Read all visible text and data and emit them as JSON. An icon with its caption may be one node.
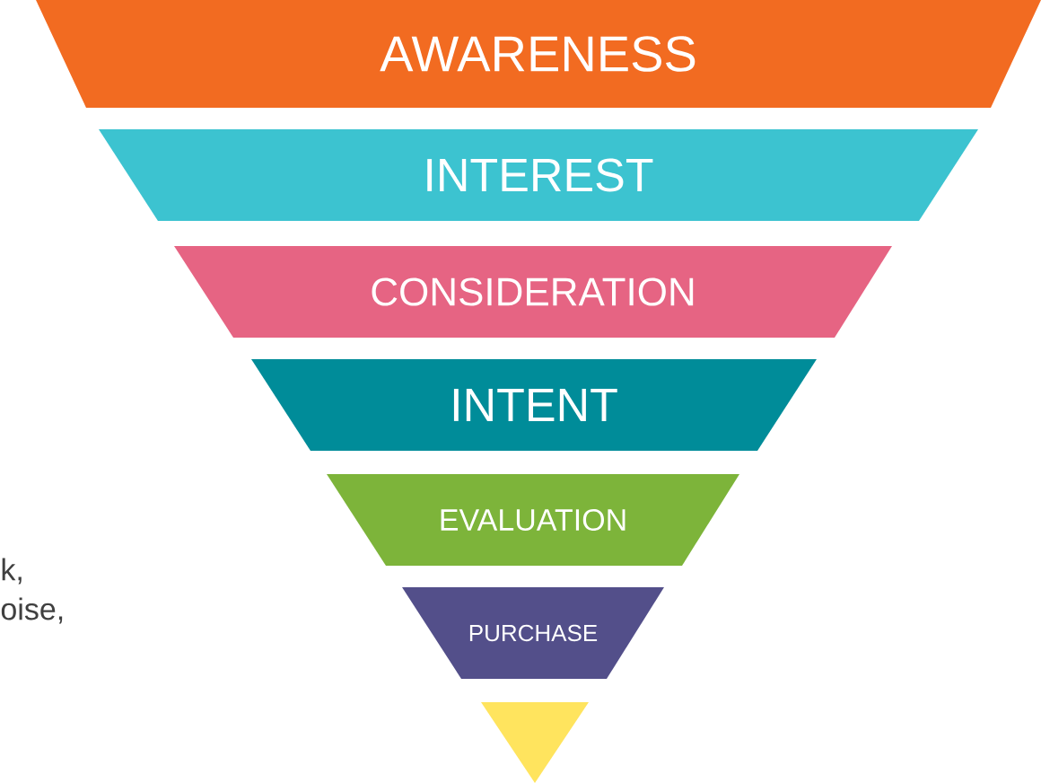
{
  "diagram": {
    "nodes": [
      {
        "text": [
          "AWARENESS"
        ]
      },
      {
        "text": [
          "INTEREST"
        ]
      },
      {
        "text": [
          "CONSIDERATION"
        ]
      },
      {
        "text": [
          "INTENT"
        ]
      },
      {
        "text": [
          "EVALUATION"
        ]
      },
      {
        "text": [
          "PURCHASE"
        ]
      },
      {
        "text": [],
        "shape": "triangle"
      }
    ],
    "labels": [
      "k,",
      "oise,"
    ]
  }
}
